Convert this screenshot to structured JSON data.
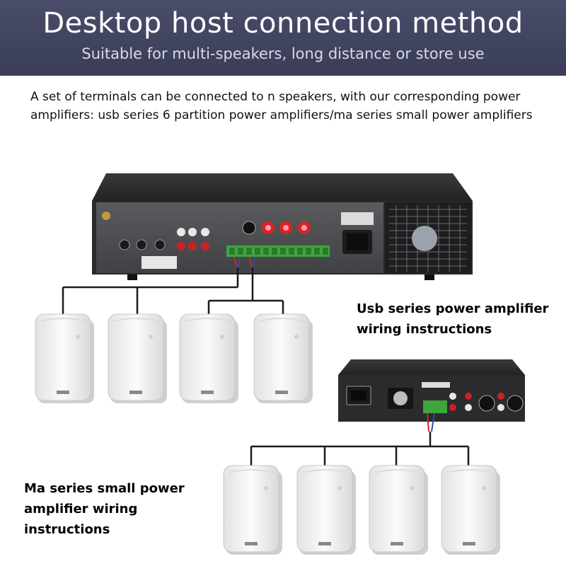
{
  "header": {
    "title": "Desktop host connection method",
    "subtitle": "Suitable for multi-speakers, long distance or store use",
    "background": "#3e415b"
  },
  "intro": {
    "text": "A set of terminals can be connected to n speakers, with our corresponding power amplifiers: usb series 6 partition power amplifiers/ma series small power amplifiers"
  },
  "labels": {
    "usb": "Usb series power amplifier wiring instructions",
    "ma": "Ma series small power amplifier wiring instructions"
  },
  "icons": {
    "large_amp": "rack-power-amplifier-icon",
    "small_amp": "compact-power-amplifier-icon",
    "speaker": "wall-speaker-icon"
  },
  "colors": {
    "wire": "#1a1a1a",
    "amp_body": "#2f2f30",
    "speaker_body": "#f4f4f4",
    "red_wire": "#d0262a",
    "blue_wire": "#2b4fa8"
  }
}
